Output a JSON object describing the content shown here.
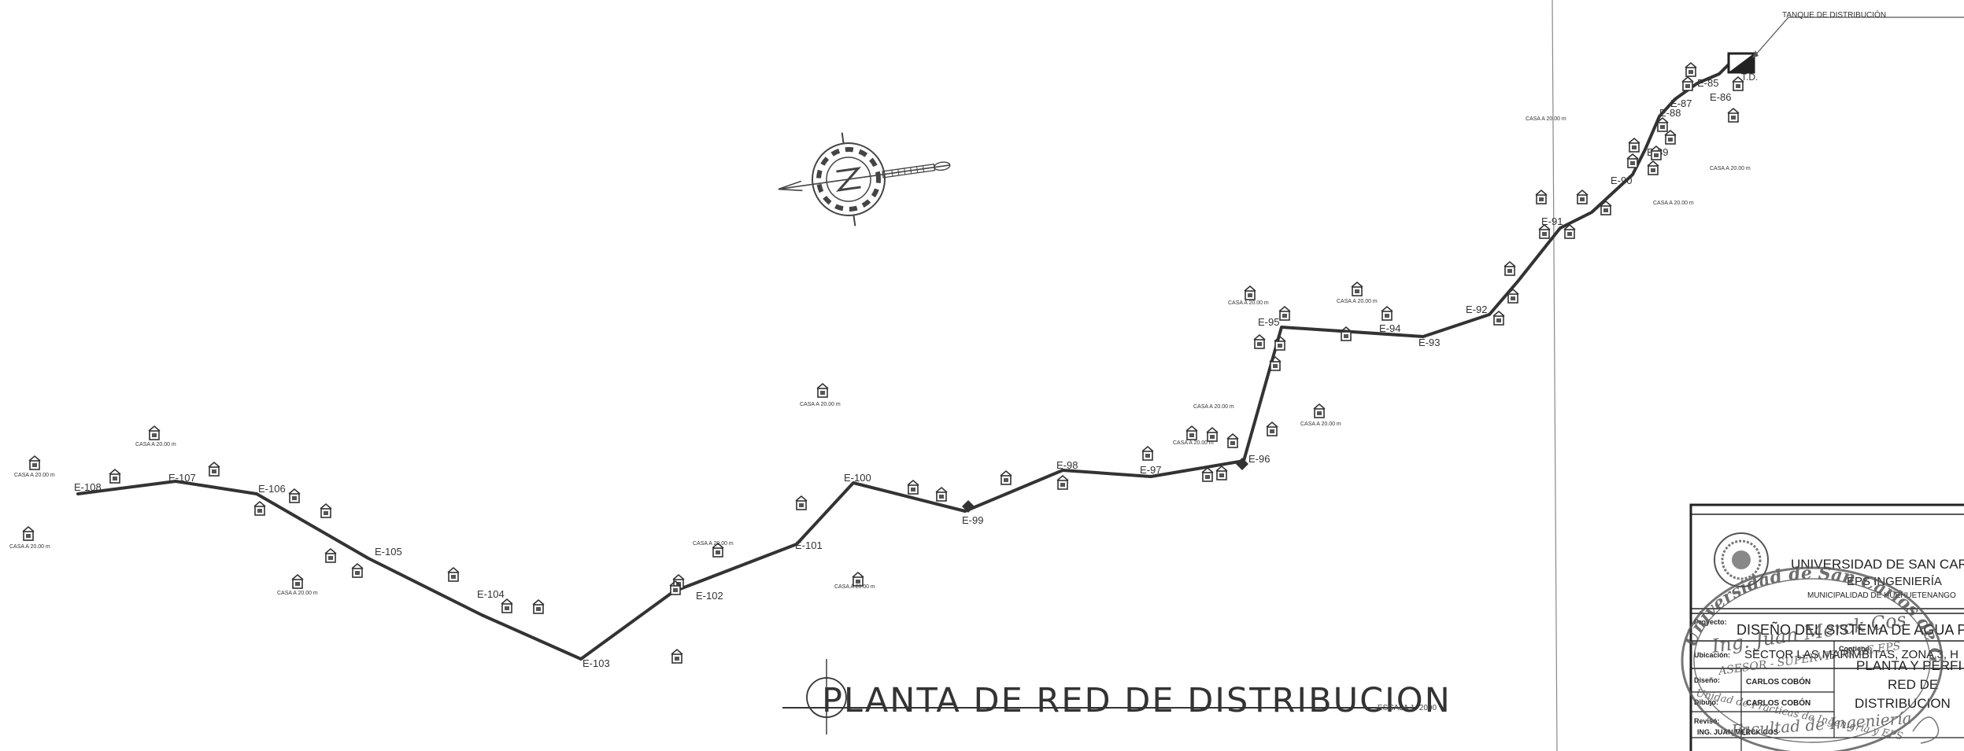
{
  "drawing": {
    "title": "PLANTA DE RED DE DISTRIBUCION",
    "scale": "ESCALA 1: 2000",
    "tank_label": "TANQUE DE DISTRIBUCIÓN",
    "tank_code": "T.D.",
    "house_tag": "CASA A 20.00 m"
  },
  "stations": [
    "E-85",
    "E-86",
    "E-87",
    "E-88",
    "E-89",
    "E-90",
    "E-91",
    "E-92",
    "E-93",
    "E-94",
    "E-95",
    "E-96",
    "E-97",
    "E-98",
    "E-99",
    "E-100",
    "E-101",
    "E-102",
    "E-103",
    "E-104",
    "E-105",
    "E-106",
    "E-107",
    "E-108"
  ],
  "title_block": {
    "university": "UNIVERSIDAD DE SAN CARLOS",
    "faculty": "EPS INGENIERÍA",
    "municipality": "MUNICIPALIDAD DE HUEHUETENANGO",
    "project_label": "Proyecto:",
    "project": "DISEÑO DEL SISTEMA DE AGUA P",
    "location_label": "Ubicación:",
    "location": "SECTOR LAS MARIMBITAS, ZONA 3, H",
    "content_label": "Contiene:",
    "content": [
      "PLANTA Y PERFI",
      "RED DE",
      "DISTRIBUCION"
    ],
    "designed_label": "Diseño:",
    "designed": "CARLOS COBÓN",
    "drawn_label": "Dibujo:",
    "drawn": "CARLOS COBÓN",
    "reviewed_label": "Revisó:",
    "reviewed": "ING. JUAN MERCK COS"
  },
  "stamp": {
    "ring_text": "Universidad de San Carlos de Guatemala",
    "center": "Ing. Juan Merck Cos",
    "role": "ASESOR - SUPERVISOR DE EPS",
    "unit": "Unidad de Prácticas de Ingeniería y EPS",
    "faculty": "Facultad de Ingeniería"
  }
}
